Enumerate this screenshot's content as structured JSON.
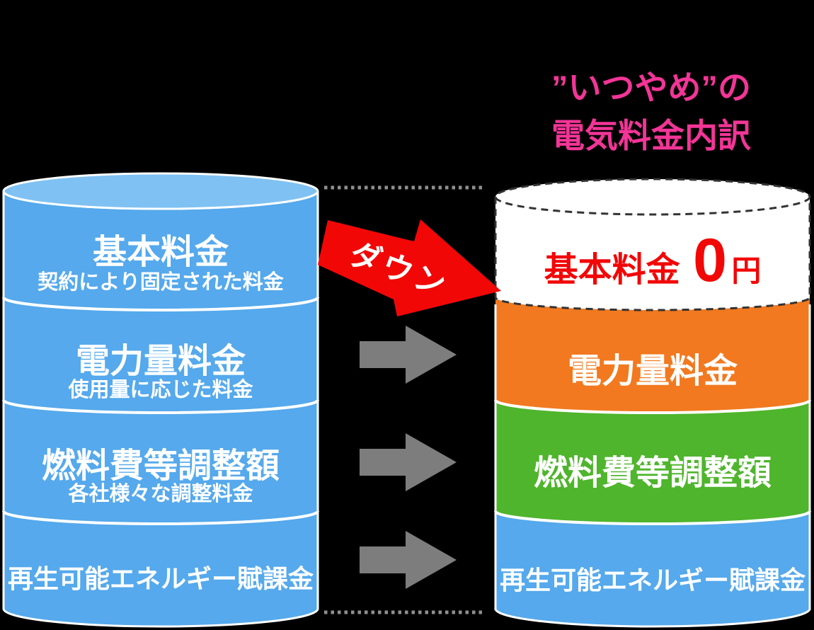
{
  "title": {
    "line1": "”いつやめ”の",
    "line2": "電気料金内訳"
  },
  "left_cylinder": {
    "sections": [
      {
        "label": "基本料金",
        "sublabel": "契約により固定された料金"
      },
      {
        "label": "電力量料金",
        "sublabel": "使用量に応じた料金"
      },
      {
        "label": "燃料費等調整額",
        "sublabel": "各社様々な調整料金"
      },
      {
        "label": "再生可能エネルギー賦課金"
      }
    ]
  },
  "right_cylinder": {
    "sections": [
      {
        "label": "基本料金",
        "value": "0",
        "unit": "円"
      },
      {
        "label": "電力量料金"
      },
      {
        "label": "燃料費等調整額"
      },
      {
        "label": "再生可能エネルギー賦課金"
      }
    ]
  },
  "arrows": {
    "down_label": "ダウン",
    "gray_arrow_count": "3"
  },
  "colors": {
    "background": "#000000",
    "cylinder_blue": "#55a9ec",
    "cylinder_blue_top": "#7fc1f3",
    "orange": "#f2791f",
    "green": "#4fb52c",
    "red": "#f20707",
    "pink": "#f23597",
    "gray_arrow": "#7d7d7d",
    "dotted_gray": "#8f8f8f",
    "white": "#ffffff"
  }
}
